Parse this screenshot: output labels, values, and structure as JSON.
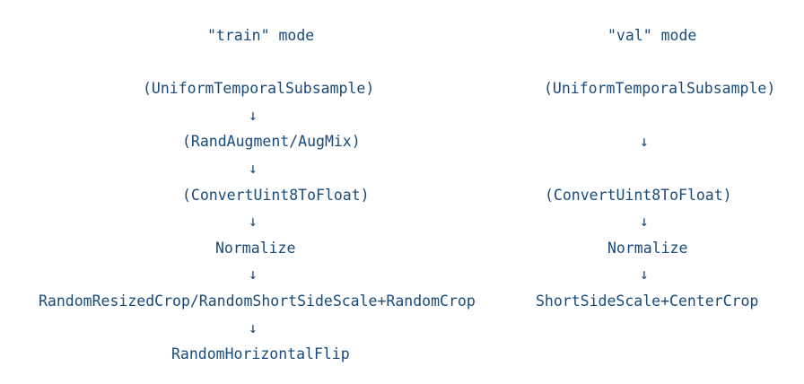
{
  "diagram": {
    "text_color": "#1a4a78",
    "background_color": "#ffffff",
    "arrow_glyph": "↓",
    "train": {
      "title": "\"train\" mode",
      "steps": [
        "(UniformTemporalSubsample)",
        "(RandAugment/AugMix)",
        "(ConvertUint8ToFloat)",
        "Normalize",
        "RandomResizedCrop/RandomShortSideScale+RandomCrop",
        "RandomHorizontalFlip"
      ]
    },
    "val": {
      "title": "\"val\" mode",
      "steps": [
        "(UniformTemporalSubsample)",
        "(ConvertUint8ToFloat)",
        "Normalize",
        "ShortSideScale+CenterCrop"
      ]
    }
  }
}
